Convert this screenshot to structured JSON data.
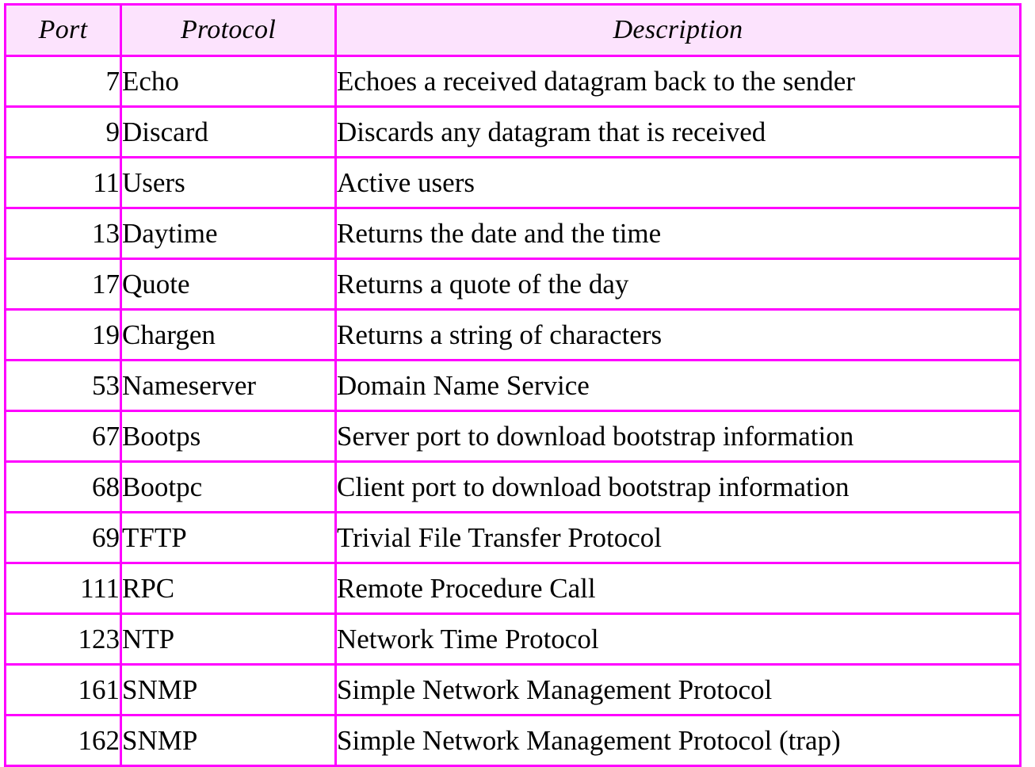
{
  "table": {
    "columns": [
      {
        "key": "port",
        "label": "Port",
        "align": "right"
      },
      {
        "key": "protocol",
        "label": "Protocol",
        "align": "left"
      },
      {
        "key": "description",
        "label": "Description",
        "align": "left"
      }
    ],
    "rows": [
      {
        "port": "7",
        "protocol": "Echo",
        "description": "Echoes a received datagram back to the sender"
      },
      {
        "port": "9",
        "protocol": "Discard",
        "description": "Discards any datagram that is received"
      },
      {
        "port": "11",
        "protocol": "Users",
        "description": "Active users"
      },
      {
        "port": "13",
        "protocol": "Daytime",
        "description": "Returns the date and the time"
      },
      {
        "port": "17",
        "protocol": "Quote",
        "description": "Returns a quote of the day"
      },
      {
        "port": "19",
        "protocol": "Chargen",
        "description": "Returns a string of characters"
      },
      {
        "port": "53",
        "protocol": "Nameserver",
        "description": "Domain Name Service"
      },
      {
        "port": "67",
        "protocol": "Bootps",
        "description": "Server port to download bootstrap information"
      },
      {
        "port": "68",
        "protocol": "Bootpc",
        "description": "Client port to download bootstrap information"
      },
      {
        "port": "69",
        "protocol": "TFTP",
        "description": "Trivial File Transfer Protocol"
      },
      {
        "port": "111",
        "protocol": "RPC",
        "description": "Remote Procedure Call"
      },
      {
        "port": "123",
        "protocol": "NTP",
        "description": "Network Time Protocol"
      },
      {
        "port": "161",
        "protocol": "SNMP",
        "description": "Simple Network Management Protocol"
      },
      {
        "port": "162",
        "protocol": "SNMP",
        "description": "Simple Network Management Protocol (trap)"
      }
    ]
  },
  "colors": {
    "border": "#ff00ff",
    "header_background": "#fce3fd",
    "text": "#000000",
    "page_background": "#ffffff"
  }
}
